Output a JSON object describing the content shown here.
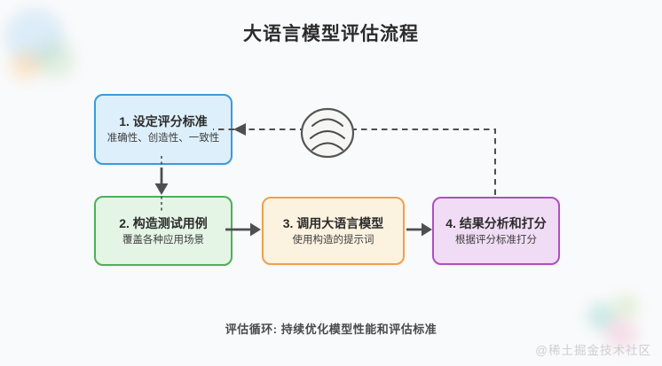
{
  "title": "大语言模型评估流程",
  "caption": "评估循环: 持续优化模型性能和评估标准",
  "watermark": "@稀土掘金技术社区",
  "colors": {
    "background": "#f9fafb",
    "connector": "#4f4f4f",
    "loop_icon_fill": "#f6f6f4",
    "title_text": "#2b2b2b",
    "caption_text": "#4a4a4a",
    "watermark_text": "#cfcfcf"
  },
  "flow": {
    "steps": [
      {
        "title": "1. 设定评分标准",
        "subtitle": "准确性、创造性、一致性",
        "border_color": "#3a9bdb",
        "fill_color": "#ddeffb"
      },
      {
        "title": "2. 构造测试用例",
        "subtitle": "覆盖各种应用场景",
        "border_color": "#4cb05a",
        "fill_color": "#e4f4e5"
      },
      {
        "title": "3. 调用大语言模型",
        "subtitle": "使用构造的提示词",
        "border_color": "#f2a04b",
        "fill_color": "#fcf2e0"
      },
      {
        "title": "4. 结果分析和打分",
        "subtitle": "根据评分标准打分",
        "border_color": "#ae4fc0",
        "fill_color": "#f1dcf5"
      }
    ],
    "loop_icon": "signal-arcs-icon"
  }
}
